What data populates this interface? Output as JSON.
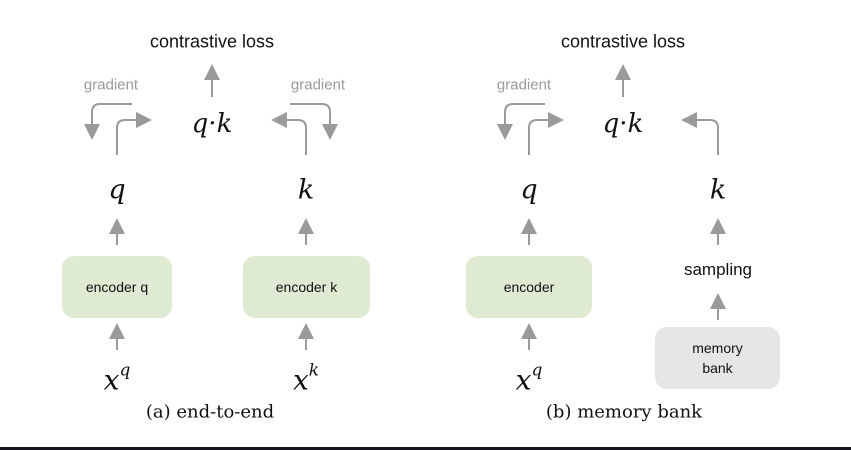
{
  "colors": {
    "encoder_fill": "#dfead3",
    "memory_fill": "#e6e6e6",
    "arrow": "#9a9a9a",
    "text": "#111111"
  },
  "panels": [
    {
      "id": "a",
      "top_label": "contrastive loss",
      "similarity": "q·k",
      "gradient_left": "gradient",
      "gradient_right": "gradient",
      "query": "q",
      "key": "k",
      "encoder_q": "encoder q",
      "encoder_k": "encoder k",
      "input_q_base": "x",
      "input_q_sup": "q",
      "input_k_base": "x",
      "input_k_sup": "k",
      "caption": "(a) end-to-end"
    },
    {
      "id": "b",
      "top_label": "contrastive loss",
      "similarity": "q·k",
      "gradient_left": "gradient",
      "query": "q",
      "key": "k",
      "encoder": "encoder",
      "sampling": "sampling",
      "memory_bank": "memory bank",
      "input_q_base": "x",
      "input_q_sup": "q",
      "caption": "(b) memory bank"
    }
  ]
}
